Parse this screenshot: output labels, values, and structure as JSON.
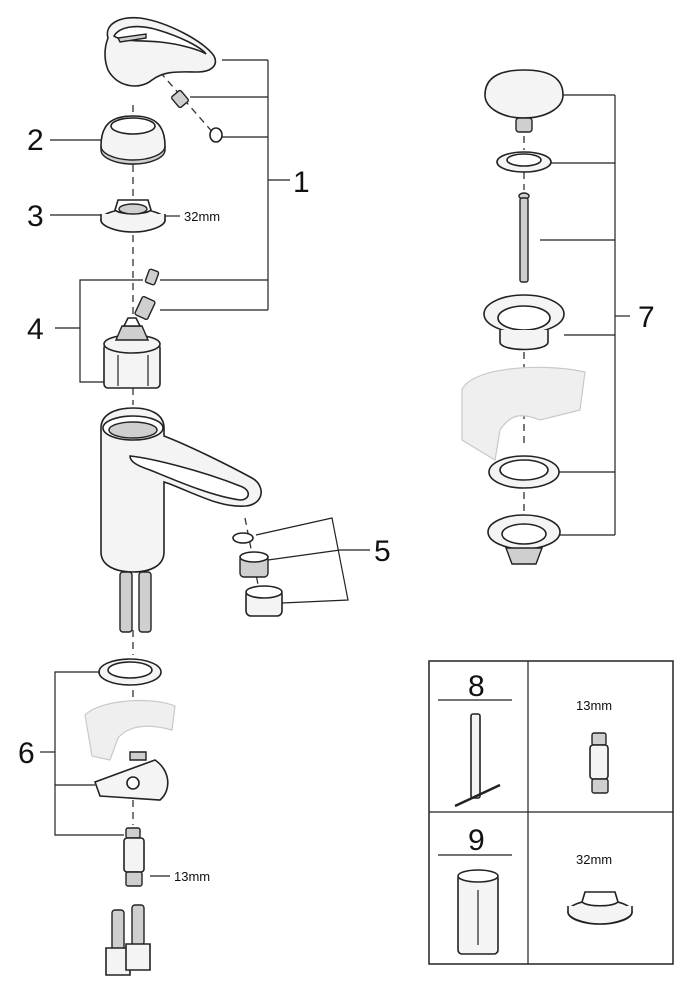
{
  "labels": {
    "n1": "1",
    "n2": "2",
    "n3": "3",
    "n4": "4",
    "n5": "5",
    "n6": "6",
    "n7": "7",
    "n8": "8",
    "n9": "9"
  },
  "dimensions": {
    "nut_32": "32mm",
    "connector_13": "13mm",
    "tool_13": "13mm",
    "tool_32": "32mm"
  }
}
